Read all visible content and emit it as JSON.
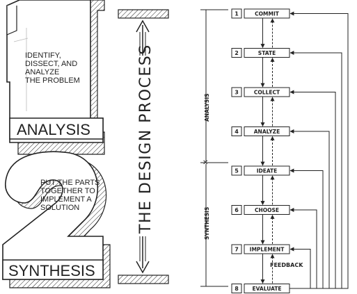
{
  "left_poster": {
    "analysis_number": "1",
    "analysis_text_lines": [
      "IDENTIFY,",
      "DISSECT, AND",
      "ANALYZE",
      "THE PROBLEM"
    ],
    "analysis_label": "ANALYSIS",
    "synthesis_number": "2",
    "synthesis_text_lines": [
      "PUT THE PARTS",
      "TOGETHER TO",
      "IMPLEMENT A",
      "SOLUTION"
    ],
    "synthesis_label": "SYNTHESIS",
    "vertical_title": "THE DESIGN PROCESS"
  },
  "flowchart": {
    "phases": [
      {
        "label": "ANALYSIS"
      },
      {
        "label": "SYNTHESIS"
      }
    ],
    "steps": [
      {
        "number": "1",
        "label": "COMMIT"
      },
      {
        "number": "2",
        "label": "STATE"
      },
      {
        "number": "3",
        "label": "COLLECT"
      },
      {
        "number": "4",
        "label": "ANALYZE"
      },
      {
        "number": "5",
        "label": "IDEATE"
      },
      {
        "number": "6",
        "label": "CHOOSE"
      },
      {
        "number": "7",
        "label": "IMPLEMENT"
      },
      {
        "number": "8",
        "label": "EVALUATE"
      }
    ],
    "feedback_label": "FEEDBACK"
  }
}
